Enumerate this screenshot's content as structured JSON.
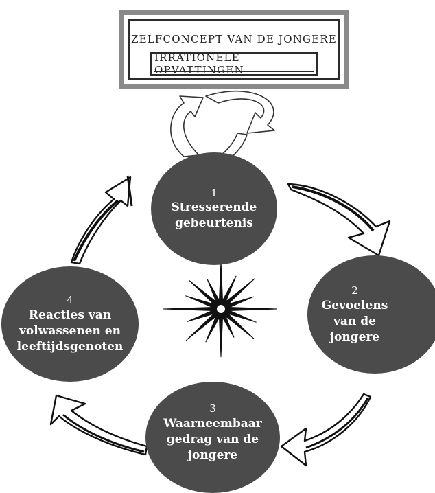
{
  "header": {
    "title": "ZELFCONCEPT VAN DE JONGERE",
    "subtitle": "IRRATIONELE OPVATTINGEN"
  },
  "nodes": [
    {
      "number": "1",
      "label": "Stresserende\ngebeurtenis"
    },
    {
      "number": "2",
      "label": "Gevoelens\nvan de\njongere"
    },
    {
      "number": "3",
      "label": "Waarneembaar\ngedrag van de\njongere"
    },
    {
      "number": "4",
      "label": "Reacties van\nvolwassenen en\nleeftijdsgenoten"
    }
  ],
  "colors": {
    "circle_fill": "#4b4b4b",
    "frame_outer": "#8a8a8a",
    "arrow_stroke": "#111111",
    "text_on_circle": "#ffffff"
  },
  "icons": {
    "center": "starburst-icon",
    "cycle": "curved-arrow-icon",
    "feedback": "circular-arrows-icon"
  }
}
